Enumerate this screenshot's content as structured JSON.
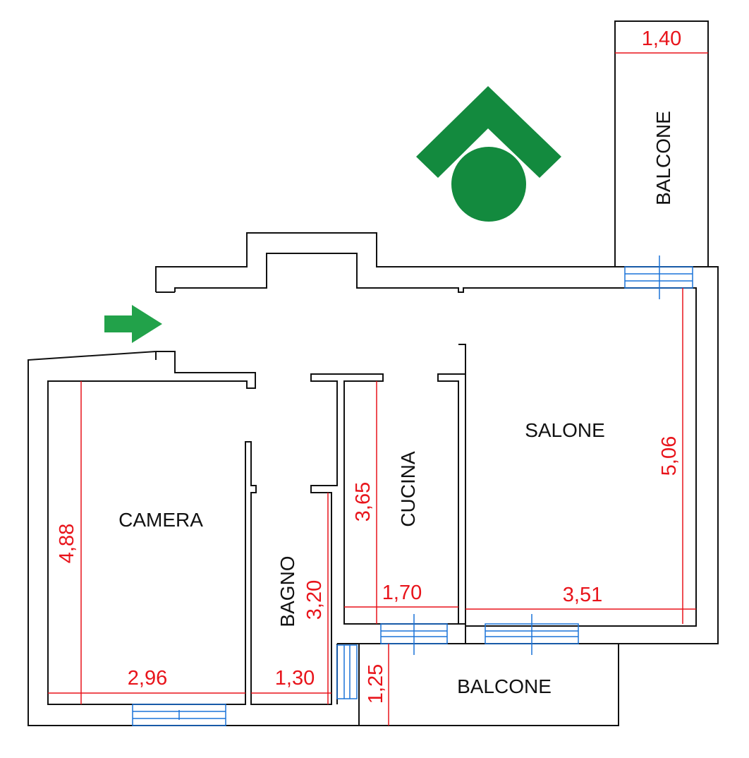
{
  "rooms": {
    "camera": "CAMERA",
    "bagno": "BAGNO",
    "cucina": "CUCINA",
    "salone": "SALONE",
    "balcone_east": "BALCONE",
    "balcone_south": "BALCONE"
  },
  "dimensions": {
    "camera_height": "4,88",
    "camera_width": "2,96",
    "bagno_height": "3,20",
    "bagno_width": "1,30",
    "cucina_height": "3,65",
    "cucina_width": "1,70",
    "salone_height": "5,06",
    "salone_width": "3,51",
    "balcone_east_width": "1,40",
    "balcone_south_depth": "1,25"
  },
  "colors": {
    "walls": "#111111",
    "dimension_lines": "#e8141b",
    "windows": "#1a73d9",
    "logo": "#138a3e",
    "entrance_arrow": "#22a24a"
  },
  "icons": {
    "logo": "house-roof-circle-logo",
    "entrance": "entrance-arrow-icon"
  }
}
